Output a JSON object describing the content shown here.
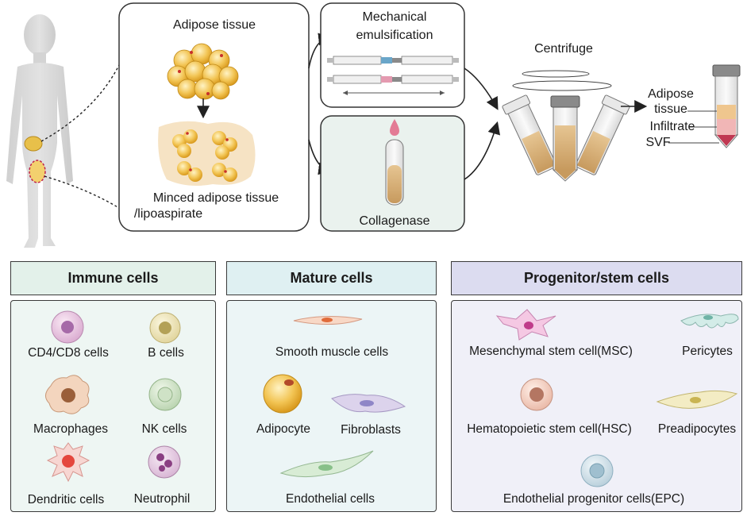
{
  "process": {
    "adipose_tissue": "Adipose tissue",
    "minced_line1": "Minced adipose tissue",
    "minced_line2": "/lipoaspirate",
    "mechanical_line1": "Mechanical",
    "mechanical_line2": "emulsification",
    "collagenase": "Collagenase",
    "centrifuge": "Centrifuge",
    "tube_labels": {
      "adipose_line1": "Adipose",
      "adipose_line2": "tissue",
      "infiltrate": "Infiltrate",
      "svf": "SVF"
    }
  },
  "categories": {
    "immune": {
      "title": "Immune cells",
      "cells": [
        "CD4/CD8 cells",
        "B cells",
        "Macrophages",
        "NK cells",
        "Dendritic cells",
        "Neutrophil"
      ]
    },
    "mature": {
      "title": "Mature cells",
      "cells": [
        "Smooth muscle cells",
        "Adipocyte",
        "Fibroblasts",
        "Endothelial cells"
      ]
    },
    "progenitor": {
      "title": "Progenitor/stem cells",
      "cells": [
        "Mesenchymal stem cell(MSC)",
        "Pericytes",
        "Hematopoietic stem cell(HSC)",
        "Preadipocytes",
        "Endothelial progenitor cells(EPC)"
      ]
    }
  },
  "colors": {
    "immune_header": "#e3f1ea",
    "immune_panel": "#eef6f3",
    "mature_header": "#dff0f2",
    "mature_panel": "#ecf5f6",
    "progenitor_header": "#dcdcf0",
    "progenitor_panel": "#f0f0f8",
    "fat_yellow": "#f3cc5c",
    "tube_fill": "#d8b27c"
  }
}
